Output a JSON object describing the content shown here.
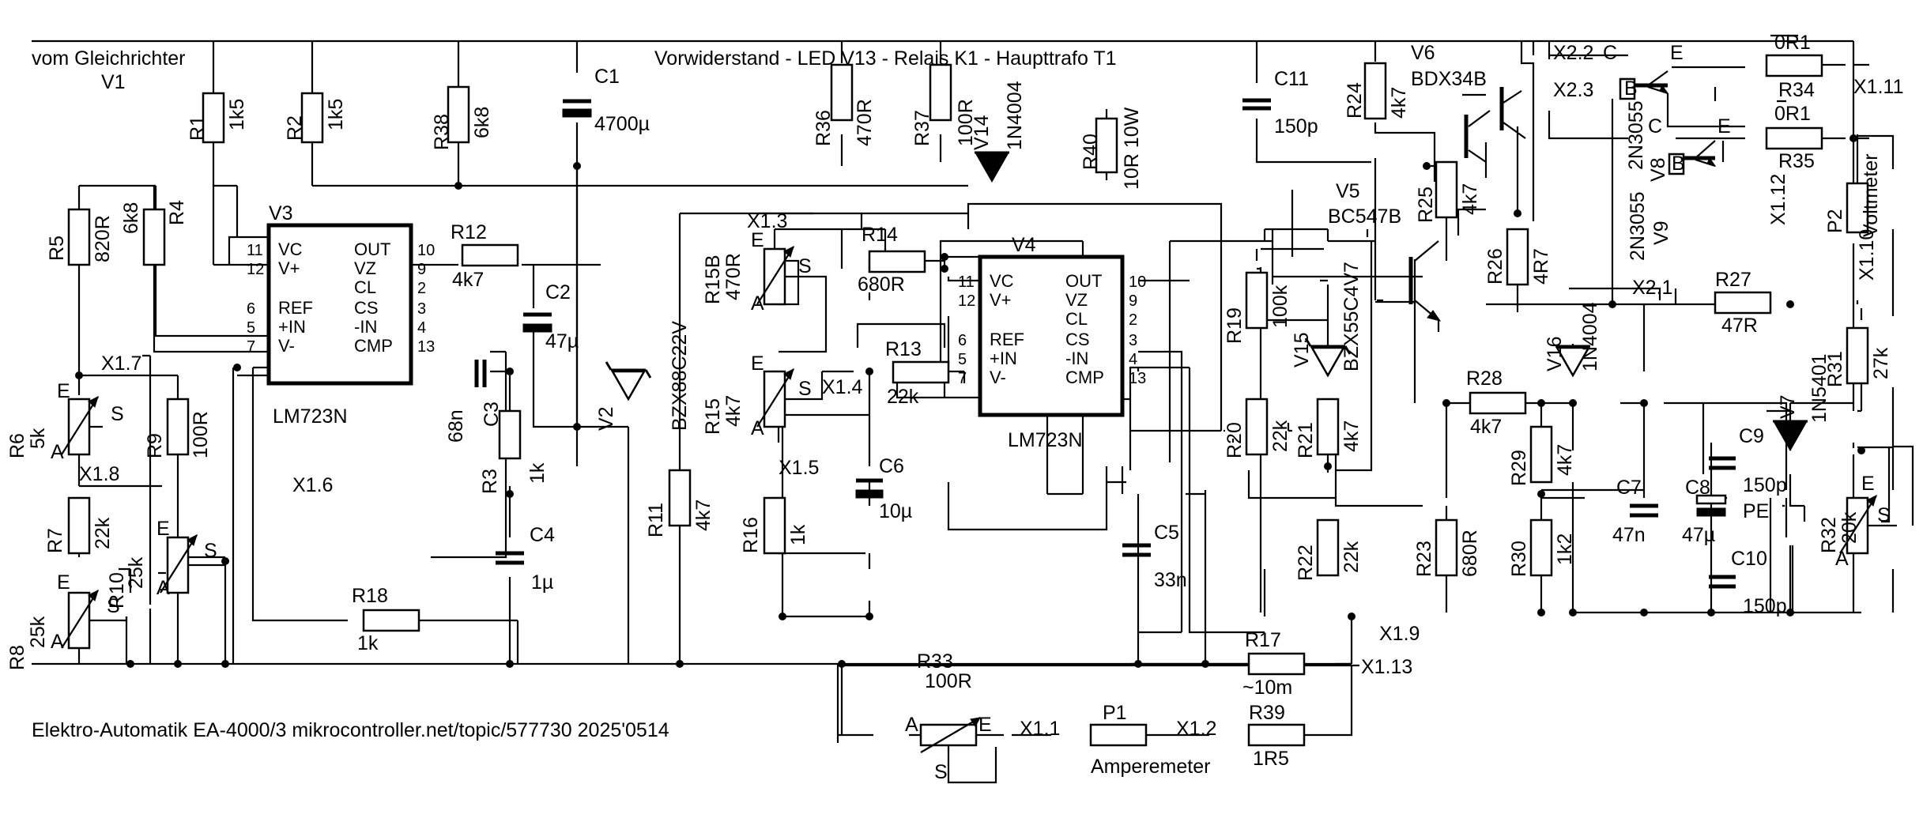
{
  "labels": {
    "vom": "vom Gleichrichter",
    "v1": "V1",
    "top_note": "Vorwiderstand - LED V13   - Relais K1   - Haupttrafo T1",
    "footer": "Elektro-Automatik EA-4000/3   mikrocontroller.net/topic/577730   2025'0514",
    "amperemeter": "Amperemeter",
    "voltmeter": "Voltmeter",
    "pe": "PE"
  },
  "components": {
    "R1": {
      "ref": "R1",
      "val": "1k5"
    },
    "R2": {
      "ref": "R2",
      "val": "1k5"
    },
    "R3": {
      "ref": "R3",
      "val": "1k"
    },
    "R4": {
      "ref": "R4",
      "val": "6k8"
    },
    "R5": {
      "ref": "R5",
      "val": "820R"
    },
    "R6": {
      "ref": "R6",
      "val": "5k"
    },
    "R7": {
      "ref": "R7",
      "val": "22k"
    },
    "R8": {
      "ref": "R8",
      "val": "25k"
    },
    "R9": {
      "ref": "R9",
      "val": "100R"
    },
    "R10": {
      "ref": "R10",
      "val": "25k"
    },
    "R11": {
      "ref": "R11",
      "val": "4k7"
    },
    "R12": {
      "ref": "R12",
      "val": "4k7"
    },
    "R13": {
      "ref": "R13",
      "val": "22k"
    },
    "R14": {
      "ref": "R14",
      "val": "680R"
    },
    "R15": {
      "ref": "R15",
      "val": "4k7"
    },
    "R15B": {
      "ref": "R15B",
      "val": "470R"
    },
    "R16": {
      "ref": "R16",
      "val": "1k"
    },
    "R17": {
      "ref": "R17",
      "val": "~10m"
    },
    "R18": {
      "ref": "R18",
      "val": "1k"
    },
    "R19": {
      "ref": "R19",
      "val": "100k"
    },
    "R20": {
      "ref": "R20",
      "val": "22k"
    },
    "R21": {
      "ref": "R21",
      "val": "4k7"
    },
    "R22": {
      "ref": "R22",
      "val": "22k"
    },
    "R23": {
      "ref": "R23",
      "val": "680R"
    },
    "R24": {
      "ref": "R24",
      "val": "4k7"
    },
    "R25": {
      "ref": "R25",
      "val": "4k7"
    },
    "R26": {
      "ref": "R26",
      "val": "4R7"
    },
    "R27": {
      "ref": "R27",
      "val": "47R"
    },
    "R28": {
      "ref": "R28",
      "val": "4k7"
    },
    "R29": {
      "ref": "R29",
      "val": "4k7"
    },
    "R30": {
      "ref": "R30",
      "val": "1k2"
    },
    "R31": {
      "ref": "R31",
      "val": "27k"
    },
    "R32": {
      "ref": "R32",
      "val": "20k"
    },
    "R33": {
      "ref": "R33",
      "val": "100R"
    },
    "R34": {
      "ref": "R34",
      "val": "0R1"
    },
    "R35": {
      "ref": "R35",
      "val": "0R1"
    },
    "R36": {
      "ref": "R36",
      "val": "470R"
    },
    "R37": {
      "ref": "R37",
      "val": "100R"
    },
    "R38": {
      "ref": "R38",
      "val": "6k8"
    },
    "R39": {
      "ref": "R39",
      "val": "1R5"
    },
    "R40": {
      "ref": "R40",
      "val": "10R 10W"
    },
    "C1": {
      "ref": "C1",
      "val": "4700µ"
    },
    "C2": {
      "ref": "C2",
      "val": "47µ"
    },
    "C3": {
      "ref": "C3",
      "val": "68n"
    },
    "C4": {
      "ref": "C4",
      "val": "1µ"
    },
    "C5": {
      "ref": "C5",
      "val": "33n"
    },
    "C6": {
      "ref": "C6",
      "val": "10µ"
    },
    "C7": {
      "ref": "C7",
      "val": "47n"
    },
    "C8": {
      "ref": "C8",
      "val": "47µ"
    },
    "C9": {
      "ref": "C9",
      "val": "150p"
    },
    "C10": {
      "ref": "C10",
      "val": "150p"
    },
    "C11": {
      "ref": "C11",
      "val": "150p"
    },
    "V2": {
      "ref": "V2",
      "val": "BZX88C22V"
    },
    "V5": {
      "ref": "V5",
      "val": "BC547B"
    },
    "V6": {
      "ref": "V6",
      "val": "BDX34B"
    },
    "V7": {
      "ref": "V7",
      "val": "1N5401"
    },
    "V8": {
      "ref": "V8",
      "val": "2N3055"
    },
    "V9": {
      "ref": "V9",
      "val": "2N3055"
    },
    "V14": {
      "ref": "V14",
      "val": "1N4004"
    },
    "V15": {
      "ref": "V15",
      "val": "BZX55C4V7"
    },
    "V16": {
      "ref": "V16",
      "val": "1N4004"
    },
    "P1": {
      "ref": "P1"
    },
    "P2": {
      "ref": "P2"
    }
  },
  "ic": {
    "V3": {
      "ref": "V3",
      "part": "LM723N"
    },
    "V4": {
      "ref": "V4",
      "part": "LM723N"
    },
    "left_pins": [
      "VC",
      "V+",
      "REF",
      "+IN",
      "V-"
    ],
    "right_pins": [
      "OUT",
      "VZ",
      "CL",
      "CS",
      "-IN",
      "CMP"
    ],
    "left_nums": [
      "11",
      "12",
      "6",
      "5",
      "7"
    ],
    "right_nums": [
      "10",
      "9",
      "2",
      "3",
      "4",
      "13"
    ]
  },
  "connectors": {
    "x1_1": "X1.1",
    "x1_2": "X1.2",
    "x1_3": "X1.3",
    "x1_4": "X1.4",
    "x1_5": "X1.5",
    "x1_6": "X1.6",
    "x1_7": "X1.7",
    "x1_8": "X1.8",
    "x1_9": "X1.9",
    "x1_10": "X1.10",
    "x1_11": "X1.11",
    "x1_12": "X1.12",
    "x1_13": "X1.13",
    "x2_1": "X2.1",
    "x2_2": "X2.2",
    "x2_3": "X2.3"
  },
  "pins": {
    "A": "A",
    "E": "E",
    "S": "S",
    "B": "B",
    "C": "C"
  }
}
